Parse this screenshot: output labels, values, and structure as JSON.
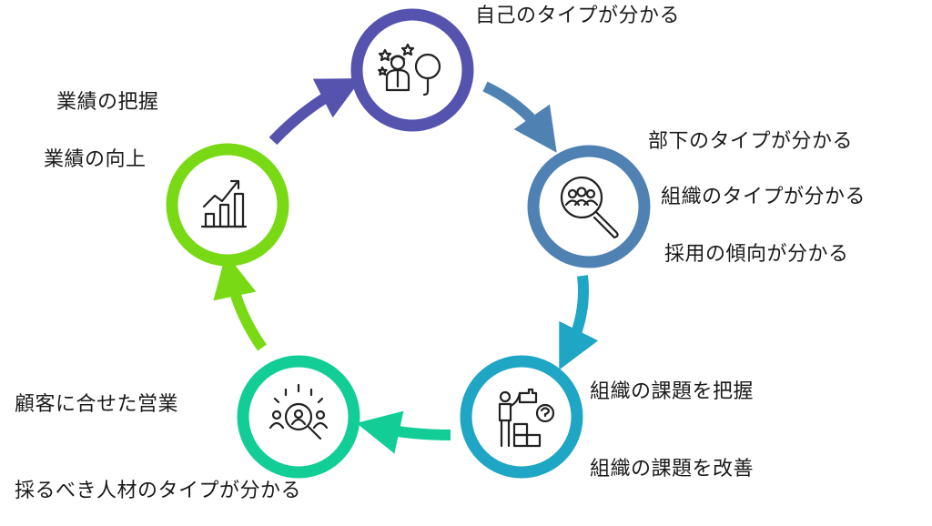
{
  "nodes": [
    {
      "id": "self",
      "color": "#5553AE",
      "icon": "person-stars-magnifier-icon",
      "labels": [
        "自己のタイプが分かる"
      ]
    },
    {
      "id": "subordinate",
      "color": "#4F82B2",
      "icon": "people-magnifier-icon",
      "labels": [
        "部下のタイプが分かる",
        "組織のタイプが分かる",
        "採用の傾向が分かる"
      ]
    },
    {
      "id": "org",
      "color": "#1EA6C4",
      "icon": "person-puzzle-question-icon",
      "labels": [
        "組織の課題を把握",
        "組織の課題を改善"
      ]
    },
    {
      "id": "sales",
      "color": "#12CE96",
      "icon": "customer-target-icon",
      "labels": [
        "顧客に合せた営業",
        "採るべき人材のタイプが分かる"
      ]
    },
    {
      "id": "performance",
      "color": "#7AD915",
      "icon": "growth-chart-icon",
      "labels": [
        "業績の把握",
        "業績の向上"
      ]
    }
  ],
  "arrows": [
    {
      "from": "performance",
      "to": "self",
      "color": "#5553AE"
    },
    {
      "from": "self",
      "to": "subordinate",
      "color": "#4F82B2"
    },
    {
      "from": "subordinate",
      "to": "org",
      "color": "#1EA6C4"
    },
    {
      "from": "org",
      "to": "sales",
      "color": "#12CE96"
    },
    {
      "from": "sales",
      "to": "performance",
      "color": "#7AD915"
    }
  ]
}
